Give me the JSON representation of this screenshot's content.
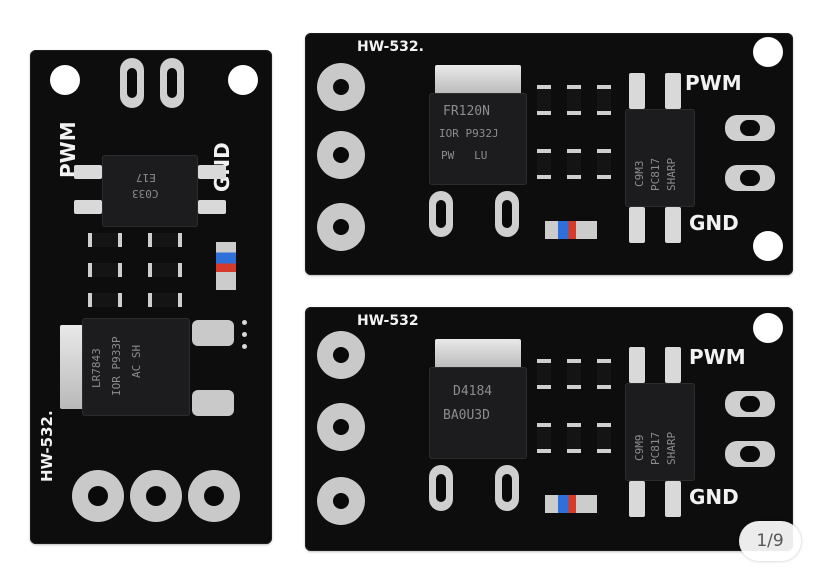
{
  "boards": {
    "left": {
      "model": "HW-532.",
      "label_pwm": "PWM",
      "label_gnd": "GND",
      "optocoupler": {
        "line1": "E17",
        "line2": "C033"
      },
      "mosfet": {
        "line1": "LR7843",
        "line2": "IOR P933P",
        "line3": "AC SH"
      }
    },
    "top_right": {
      "model": "HW-532.",
      "label_pwm": "PWM",
      "label_gnd": "GND",
      "mosfet": {
        "line1": "FR120N",
        "line2": "IOR P932J",
        "line3": "PW   LU"
      },
      "optocoupler": {
        "line1": "C9M3",
        "line2": "PC817",
        "line3": "SHARP"
      }
    },
    "bottom_right": {
      "model": "HW-532",
      "label_pwm": "PWM",
      "label_gnd": "GND",
      "mosfet": {
        "line1": "D4184",
        "line2": "BA0U3D"
      },
      "optocoupler": {
        "line1": "C9M9",
        "line2": "PC817",
        "line3": "SHARP"
      }
    }
  },
  "pager": {
    "label": "1/9"
  },
  "colors": {
    "pcb": "#0d0d0e",
    "silkscreen": "#f2f2f2",
    "pad": "#c9c9c9",
    "background": "#ffffff"
  }
}
